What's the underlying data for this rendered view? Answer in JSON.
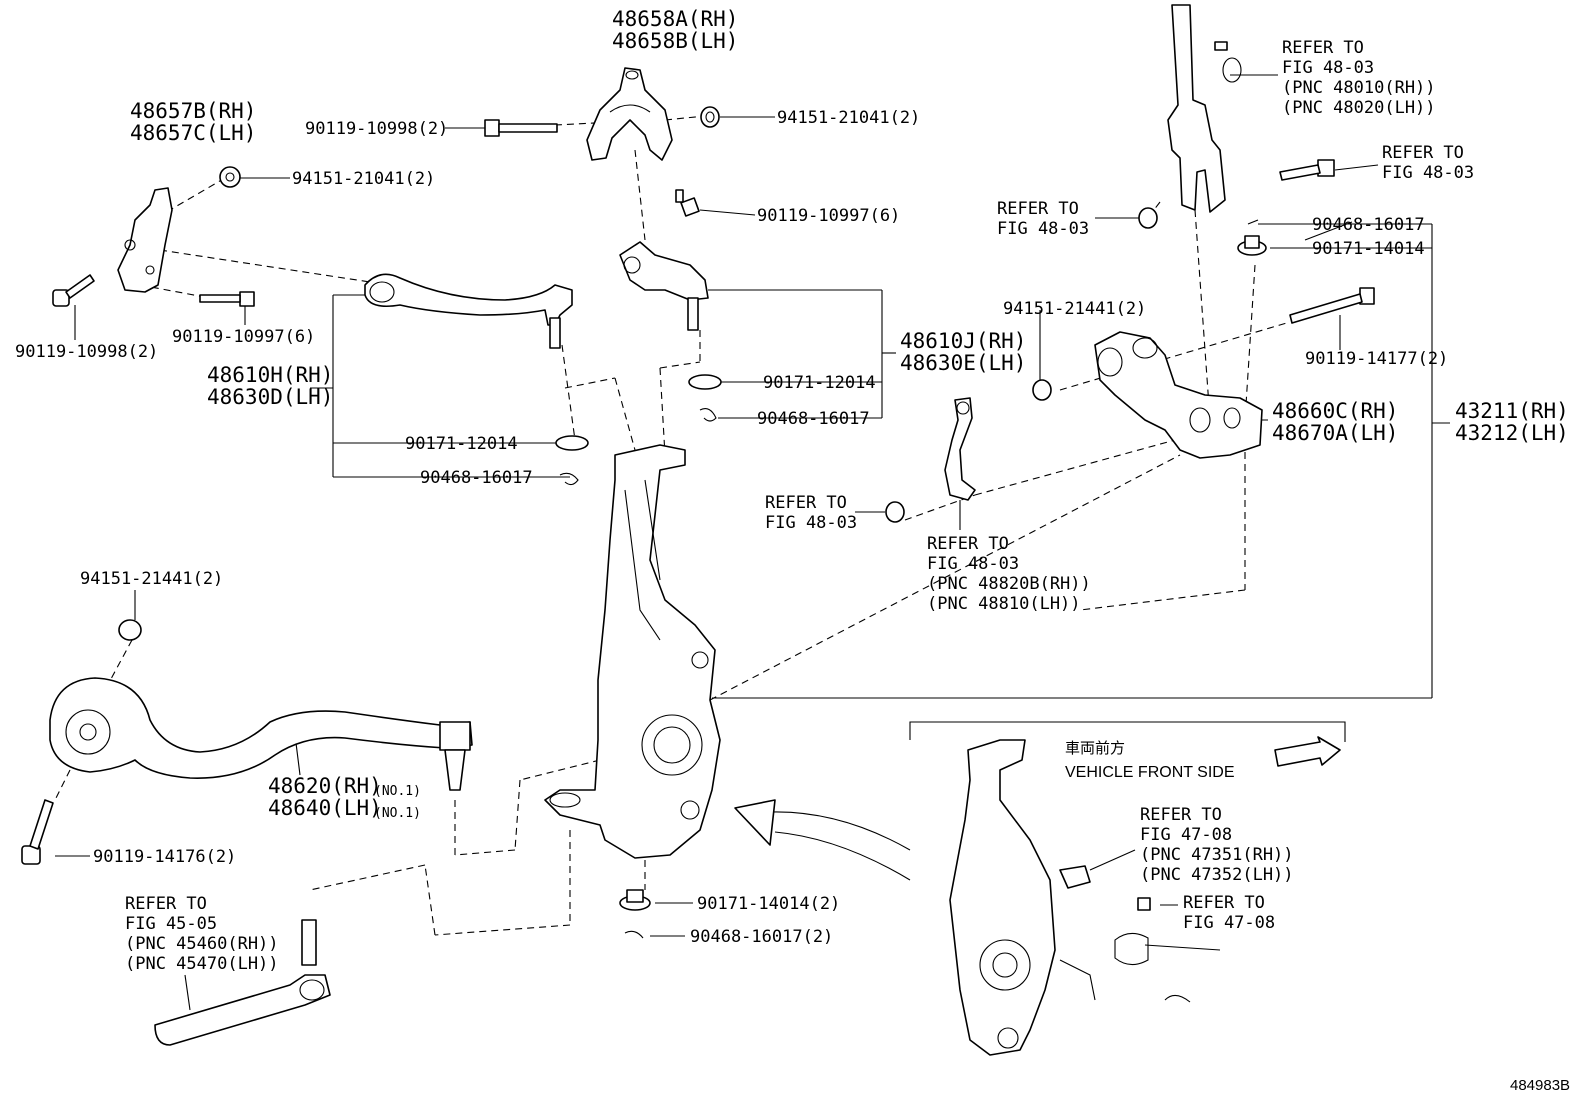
{
  "diagram_code": "484983B",
  "labels": {
    "upper_bracket_rh": "48658A(RH)",
    "upper_bracket_lh": "48658B(LH)",
    "bracket2_rh": "48657B(RH)",
    "bracket2_lh": "48657C(LH)",
    "bolt_top": "90119-10998(2)",
    "nut_top": "94151-21041(2)",
    "bolt_10997_top": "90119-10997(6)",
    "nut_left": "94151-21041(2)",
    "bolt_left": "90119-10998(2)",
    "bolt_10997_left": "90119-10997(6)",
    "arm_upper_rh": "48610H(RH)",
    "arm_upper_lh": "48630D(LH)",
    "nut_12014_left": "90171-12014",
    "pin_16017_left": "90468-16017",
    "arm_610j_rh": "48610J(RH)",
    "arm_630e_lh": "48630E(LH)",
    "nut_12014_mid": "90171-12014",
    "pin_16017_mid": "90468-16017",
    "nut_21441_mid": "94151-21441(2)",
    "pin_16017_right": "90468-16017",
    "nut_14014_right": "90171-14014",
    "bolt_14177": "90119-14177(2)",
    "arm_660c_rh": "48660C(RH)",
    "arm_670a_lh": "48670A(LH)",
    "knuckle_rh": "43211(RH)",
    "knuckle_lh": "43212(LH)",
    "nut_21441_left": "94151-21441(2)",
    "arm_lower_rh": "48620(RH)",
    "arm_lower_lh": "48640(LH)",
    "no1_a": "(NO.1)",
    "no1_b": "(NO.1)",
    "bolt_14176": "90119-14176(2)",
    "nut_14014_bottom": "90171-14014(2)",
    "pin_16017_bottom": "90468-16017(2)"
  },
  "refs": {
    "strut_1": "REFER TO",
    "strut_2": "FIG 48-03",
    "strut_3": "(PNC 48010(RH))",
    "strut_4": "(PNC 48020(LH))",
    "bolt_r1": "REFER TO",
    "bolt_r2": "FIG 48-03",
    "nut_r1": "REFER TO",
    "nut_r2": "FIG 48-03",
    "stab_nut_1": "REFER TO",
    "stab_nut_2": "FIG 48-03",
    "stab_link_1": "REFER TO",
    "stab_link_2": "FIG 48-03",
    "stab_link_3": "(PNC 48820B(RH))",
    "stab_link_4": "(PNC 48810(LH))",
    "tierod_1": "REFER TO",
    "tierod_2": "FIG 45-05",
    "tierod_3": "(PNC 45460(RH))",
    "tierod_4": "(PNC 45470(LH))",
    "sensor_1": "REFER TO",
    "sensor_2": "FIG 47-08",
    "sensor_3": "(PNC 47351(RH))",
    "sensor_4": "(PNC 47352(LH))",
    "sensor_bolt_1": "REFER TO",
    "sensor_bolt_2": "FIG 47-08"
  },
  "inset": {
    "japanese": "車両前方",
    "english": "VEHICLE FRONT SIDE"
  }
}
